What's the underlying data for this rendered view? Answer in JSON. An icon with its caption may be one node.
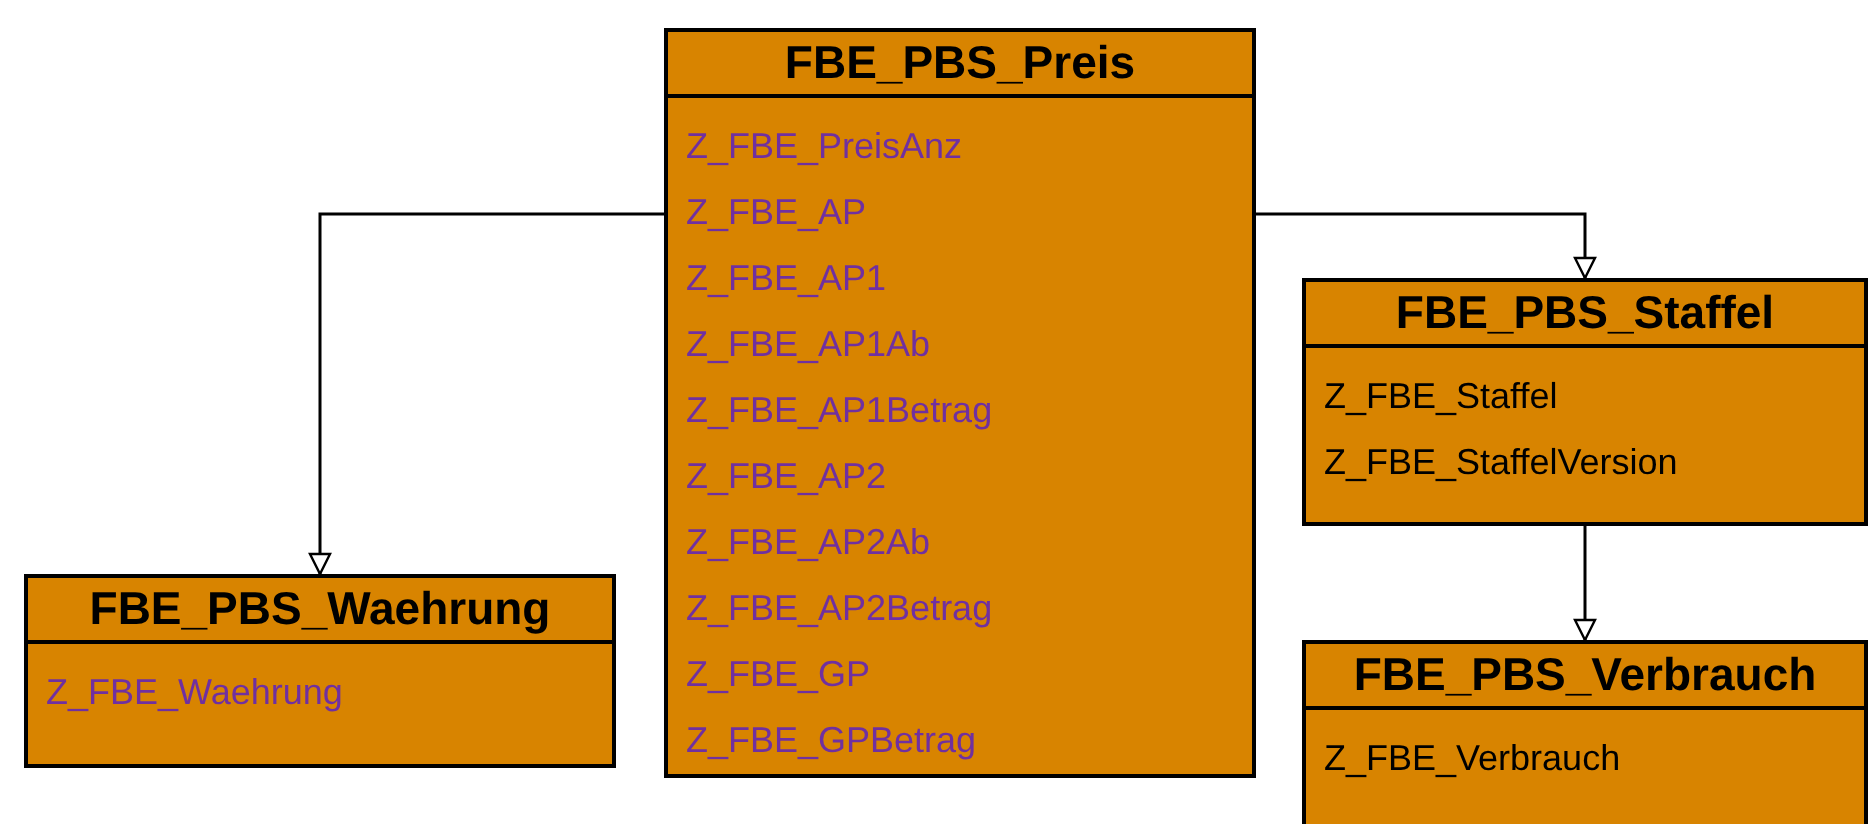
{
  "diagram": {
    "nodes": [
      {
        "text": [
          "FBE_PBS_Preis",
          "Z_FBE_PreisAnz",
          "Z_FBE_AP",
          "Z_FBE_AP1",
          "Z_FBE_AP1Ab",
          "Z_FBE_AP1Betrag",
          "Z_FBE_AP2",
          "Z_FBE_AP2Ab",
          "Z_FBE_AP2Betrag",
          "Z_FBE_GP",
          "Z_FBE_GPBetrag"
        ]
      },
      {
        "text": [
          "FBE_PBS_Waehrung",
          "Z_FBE_Waehrung"
        ]
      },
      {
        "text": [
          "FBE_PBS_Staffel",
          "Z_FBE_Staffel",
          "Z_FBE_StaffelVersion"
        ]
      },
      {
        "text": [
          "FBE_PBS_Verbrauch",
          "Z_FBE_Verbrauch"
        ]
      }
    ],
    "edges": [
      {
        "from": 0,
        "to": 1,
        "arrow": "to"
      },
      {
        "from": 0,
        "to": 2,
        "arrow": "to"
      },
      {
        "from": 2,
        "to": 3,
        "arrow": "to"
      }
    ]
  }
}
